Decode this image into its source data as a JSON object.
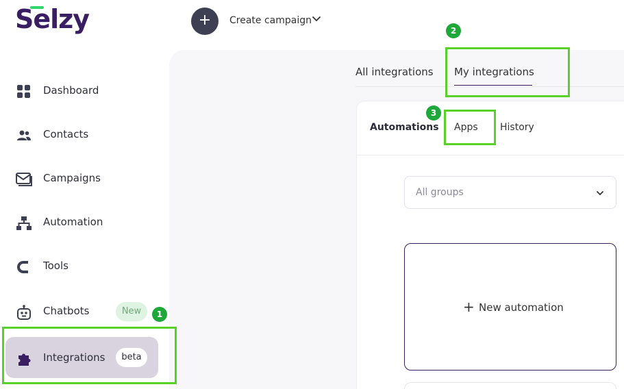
{
  "logo": {
    "text": "Selzy"
  },
  "topbar": {
    "create_label": "Create campaign",
    "create_icon": "plus-icon",
    "chevron_icon": "chevron-down-icon"
  },
  "sidebar": {
    "items": [
      {
        "label": "Dashboard",
        "icon": "grid-icon"
      },
      {
        "label": "Contacts",
        "icon": "users-icon"
      },
      {
        "label": "Campaigns",
        "icon": "mail-icon"
      },
      {
        "label": "Automation",
        "icon": "hierarchy-icon"
      },
      {
        "label": "Tools",
        "icon": "magnet-icon"
      },
      {
        "label": "Chatbots",
        "icon": "robot-icon",
        "badge": "New"
      },
      {
        "label": "Integrations",
        "icon": "puzzle-icon",
        "badge": "beta"
      }
    ]
  },
  "tabs": [
    {
      "label": "All integrations"
    },
    {
      "label": "My integrations",
      "active": true
    }
  ],
  "subtabs": [
    {
      "label": "Automations",
      "active": true
    },
    {
      "label": "Apps"
    },
    {
      "label": "History"
    }
  ],
  "filter": {
    "value": "All groups"
  },
  "new_automation": {
    "label": "New automation"
  },
  "annotations": [
    {
      "number": "1"
    },
    {
      "number": "2"
    },
    {
      "number": "3"
    }
  ],
  "colors": {
    "brand": "#3a1e63",
    "highlight": "#58d12b",
    "step_badge": "#1fa83a",
    "new_badge_bg": "#dff3e2",
    "active_item_bg": "#d9d3e0"
  }
}
